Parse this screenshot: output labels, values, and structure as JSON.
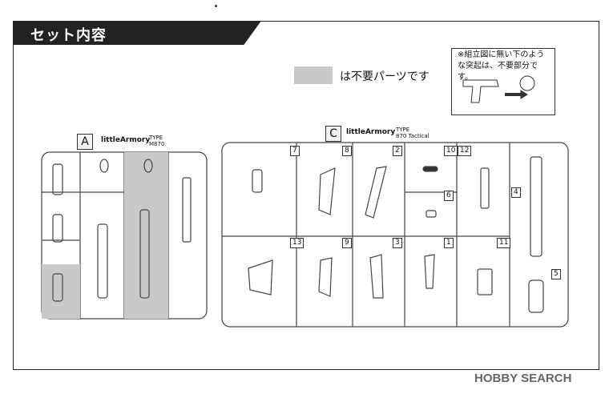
{
  "title": "セット内容",
  "legend": {
    "text": "は不要パーツです"
  },
  "note": {
    "text": "※組立図に無い下のような突起は、不要部分です。"
  },
  "sprue_a": {
    "letter": "A",
    "brand": "littleArmory",
    "type_label": "TYPE",
    "model": "M870"
  },
  "sprue_c": {
    "letter": "C",
    "brand": "littleArmory",
    "type_label": "TYPE",
    "model": "870 Tactical",
    "part_numbers": [
      "7",
      "8",
      "2",
      "10",
      "12",
      "6",
      "4",
      "13",
      "9",
      "3",
      "1",
      "11",
      "5"
    ]
  },
  "watermark": "HOBBY SEARCH",
  "colors": {
    "unneeded": "#c9c9c9",
    "title_bg": "#222222"
  }
}
